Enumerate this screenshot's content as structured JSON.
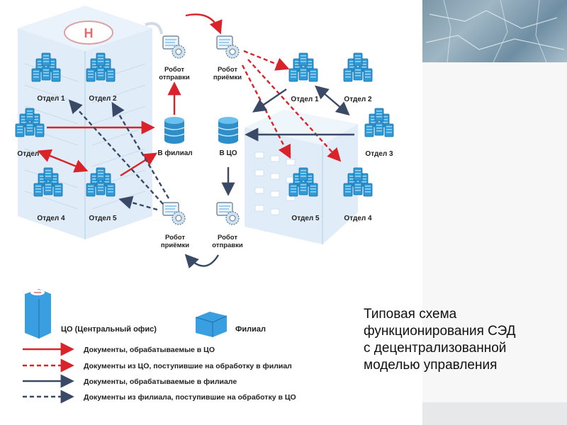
{
  "caption": {
    "line1": "Типовая схема",
    "line2": "функционирования  СЭД",
    "line3": "с децентрализованной",
    "line4": "моделью управления"
  },
  "diagram": {
    "hq": {
      "dept1": "Отдел 1",
      "dept2": "Отдел 2",
      "dept3": "Отдел 3",
      "dept4": "Отдел 4",
      "dept5": "Отдел 5"
    },
    "branch": {
      "dept1": "Отдел 1",
      "dept2": "Отдел 2",
      "dept3": "Отдел 3",
      "dept4": "Отдел 4",
      "dept5": "Отдел 5"
    },
    "robot_send_top": {
      "line1": "Робот",
      "line2": "отправки"
    },
    "robot_recv_top": {
      "line1": "Робот",
      "line2": "приёмки"
    },
    "robot_recv_bottom": {
      "line1": "Робот",
      "line2": "приёмки"
    },
    "robot_send_bottom": {
      "line1": "Робот",
      "line2": "отправки"
    },
    "db_branch": "В филиал",
    "db_hq": "В ЦО",
    "helipad_letter": "H"
  },
  "legend": {
    "hq_label": "ЦО (Центральный офис)",
    "branch_label": "Филиал",
    "items": [
      {
        "label": "Документы, обрабатываемые в ЦО",
        "color": "#d9232a",
        "style": "solid"
      },
      {
        "label": "Документы из ЦО, поступившие на обработку в филиал",
        "color": "#d9232a",
        "style": "dashed"
      },
      {
        "label": "Документы, обрабатываемые в филиале",
        "color": "#3a4a66",
        "style": "solid"
      },
      {
        "label": "Документы из филиала, поступившие на обработку в ЦО",
        "color": "#3a4a66",
        "style": "dashed"
      }
    ]
  },
  "colors": {
    "red": "#d9232a",
    "navy": "#3a4a66",
    "building": "#dbe9f6",
    "server": "#2f9ad6"
  }
}
